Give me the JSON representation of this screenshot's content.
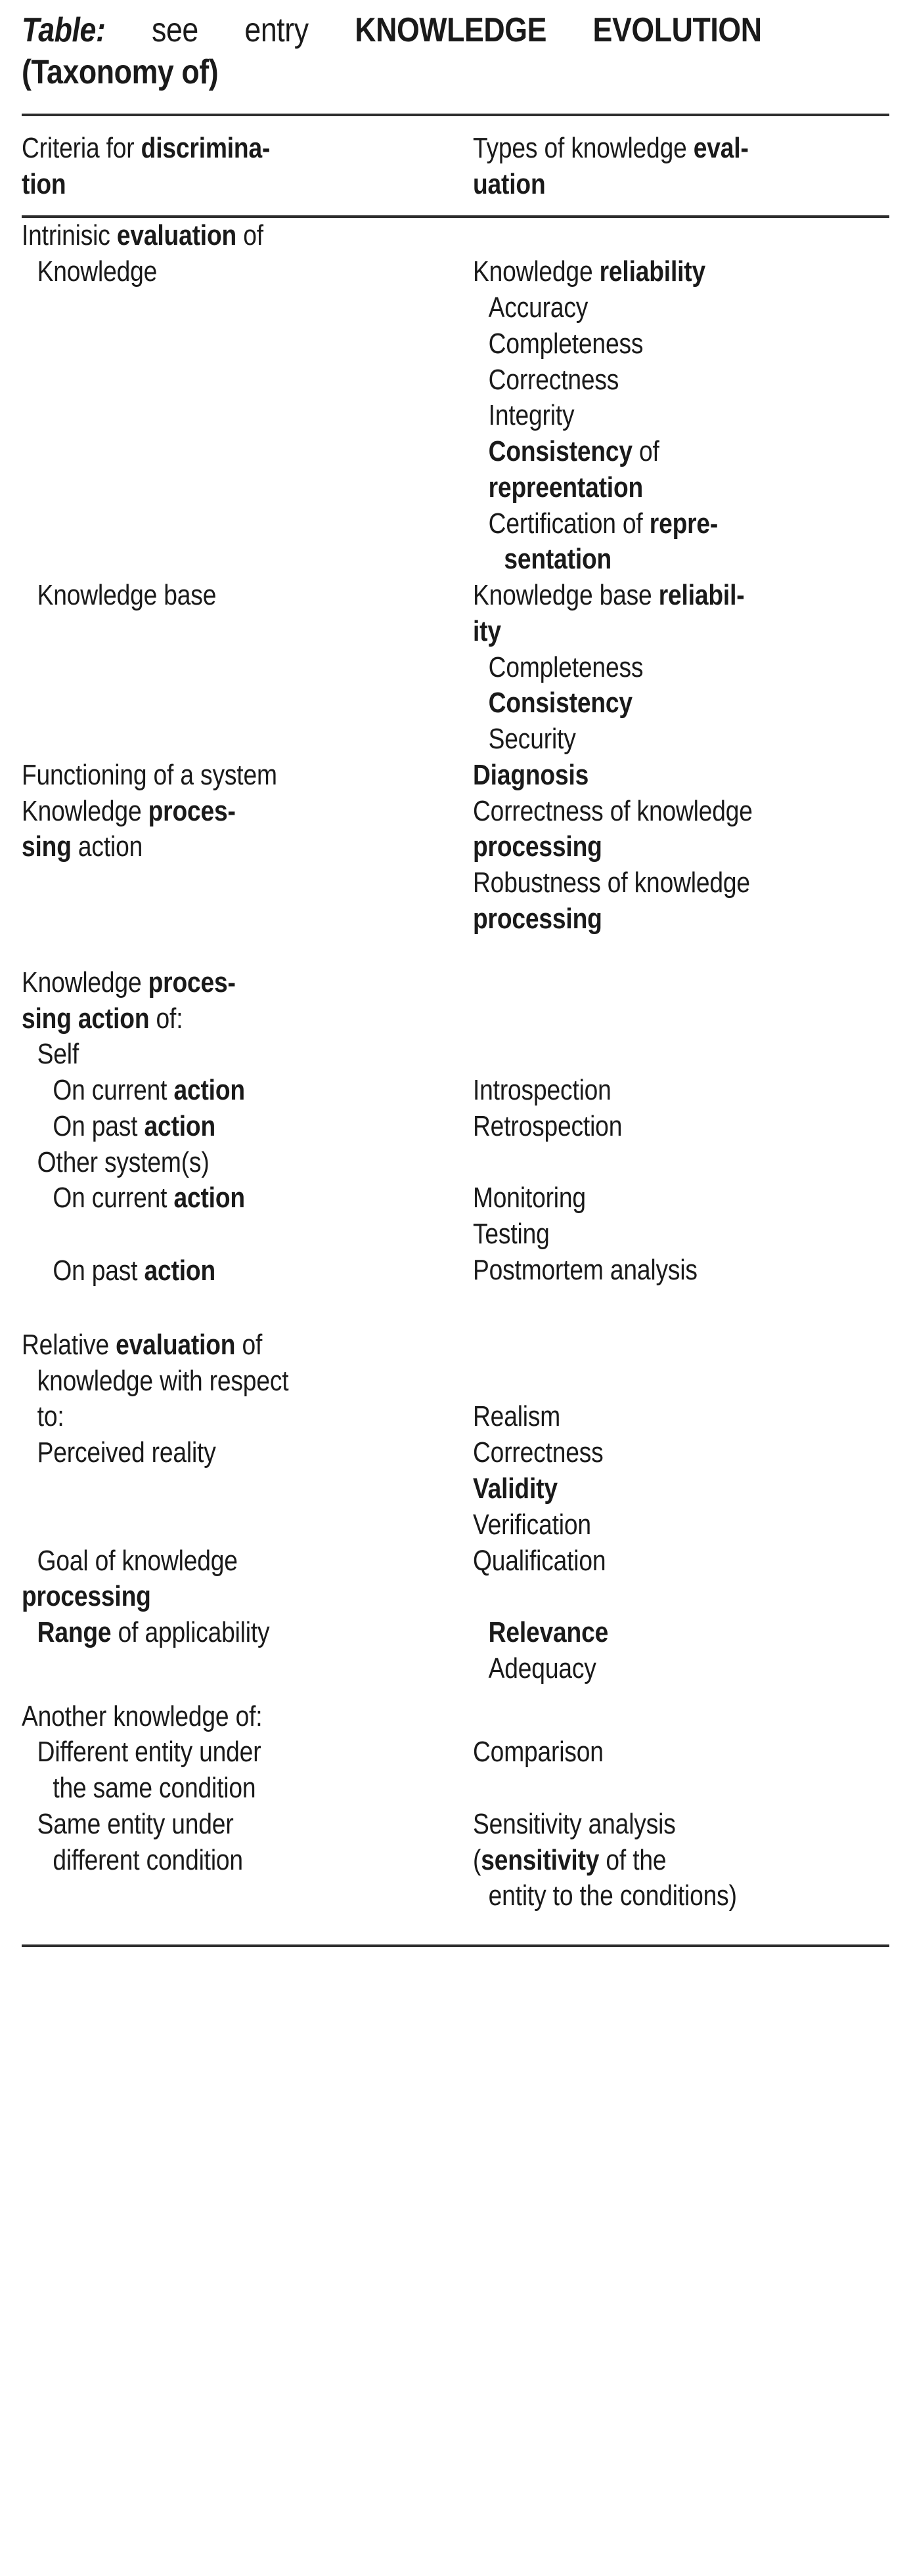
{
  "document": {
    "title": {
      "label_italic": "Table:",
      "lead": "see",
      "lead2": "entry",
      "entry_part1": "KNOWLEDGE",
      "entry_part2": "EVOLUTION",
      "line2": "(Taxonomy of)"
    },
    "header": {
      "col1_line1_plain": "Criteria for ",
      "col1_line1_bold": "discrimina-",
      "col1_line2_bold": "tion",
      "col2_line1_plain": "Types of knowledge ",
      "col2_line1_bold": "eval-",
      "col2_line2_bold": "uation"
    },
    "rows": {
      "r1_c1_a_plain1": "Intrinisic ",
      "r1_c1_a_bold": "evaluation",
      "r1_c1_a_plain2": " of",
      "r1_c1_b": "Knowledge",
      "r1_c2_a_plain": "Knowledge ",
      "r1_c2_a_bold": "reliability",
      "r1_c2_items": [
        "Accuracy",
        "Completeness",
        "Correctness",
        "Integrity"
      ],
      "r1_c2_consistency_bold": "Consistency",
      "r1_c2_consistency_plain": " of",
      "r1_c2_repreentation_bold": "repreentation",
      "r1_c2_cert_plain": "Certification of ",
      "r1_c2_cert_bold1": "repre-",
      "r1_c2_cert_bold2": "sentation",
      "r2_c1": "Knowledge base",
      "r2_c2_plain": "Knowledge base ",
      "r2_c2_bold1": "reliabil-",
      "r2_c2_bold2": "ity",
      "r2_c2_items": [
        "Completeness",
        "Consistency",
        "Security"
      ],
      "r2_c2_bold_item": "Consistency",
      "r3_c1": "Functioning of a system",
      "r3_c2_bold": "Diagnosis",
      "r4_c1_plain1": "Knowledge ",
      "r4_c1_bold1": "proces-",
      "r4_c1_bold2": "sing",
      "r4_c1_plain2": " action",
      "r4_c2_l1_plain": "Correctness of knowledge",
      "r4_c2_l2_bold": "processing",
      "r4_c2_l3_plain": "Robustness of knowledge",
      "r4_c2_l4_bold": "processing",
      "r5_c1_plain1": "Knowledge ",
      "r5_c1_bold1": "proces-",
      "r5_c1_bold2": "sing action",
      "r5_c1_plain2": " of:",
      "r5_c1_self": "Self",
      "r5_c1_self_cur_plain": "On current ",
      "r5_c1_self_cur_bold": "action",
      "r5_c1_self_past_plain": "On past ",
      "r5_c1_self_past_bold": "action",
      "r5_c1_other": "Other system(s)",
      "r5_c1_other_cur_plain": "On current ",
      "r5_c1_other_cur_bold": "action",
      "r5_c1_other_past_plain": "On past ",
      "r5_c1_other_past_bold": "action",
      "r5_c2_introspection": "Introspection",
      "r5_c2_retrospection": "Retrospection",
      "r5_c2_monitoring": "Monitoring",
      "r5_c2_testing": "Testing",
      "r5_c2_postmortem": "Postmortem analysis",
      "r6_c1_plain1": "Relative ",
      "r6_c1_bold": "evaluation",
      "r6_c1_plain2": " of",
      "r6_c1_l2": "knowledge with respect",
      "r6_c1_l3": "to:",
      "r6_c1_perceived": "Perceived reality",
      "r6_c2_realism": "Realism",
      "r6_c2_correctness": "Correctness",
      "r6_c2_validity_bold": "Validity",
      "r6_c2_verification": "Verification",
      "r7_c1_l1": "Goal of knowledge",
      "r7_c1_l2_bold": "processing",
      "r7_c1_range_bold": "Range",
      "r7_c1_range_plain": " of applicability",
      "r7_c2_qualification": "Qualification",
      "r7_c2_relevance_bold": "Relevance",
      "r7_c2_adequacy": "Adequacy",
      "r8_c1_l1": "Another knowledge of:",
      "r8_c1_l2": "Different entity under",
      "r8_c1_l3": "the same condition",
      "r8_c1_l4": "Same entity under",
      "r8_c1_l5": "different condition",
      "r8_c2_comparison": "Comparison",
      "r8_c2_sens_l1": "Sensitivity analysis",
      "r8_c2_sens_l2_open": "(",
      "r8_c2_sens_l2_bold": "sensitivity",
      "r8_c2_sens_l2_rest": " of the",
      "r8_c2_sens_l3": "entity to the conditions)"
    }
  },
  "colors": {
    "ink": "#1a1a1a",
    "rule": "#2e2e2e",
    "background": "#ffffff"
  }
}
